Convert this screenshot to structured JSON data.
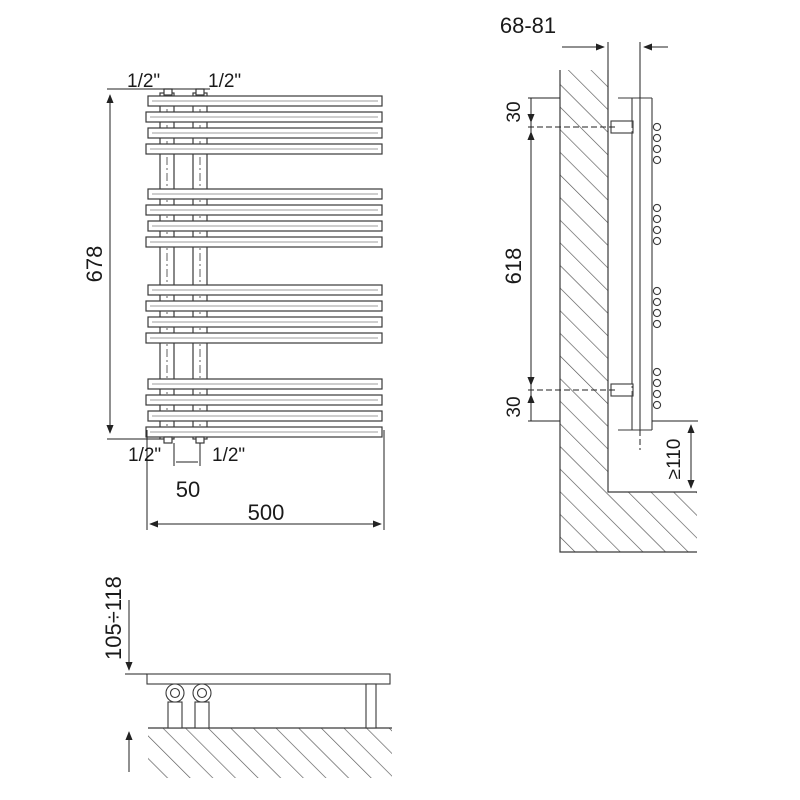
{
  "front_view": {
    "connection_top_left": "1/2\"",
    "connection_top_right": "1/2\"",
    "connection_bottom_left": "1/2\"",
    "connection_bottom_right": "1/2\"",
    "height": "678",
    "connection_spacing": "50",
    "width": "500"
  },
  "side_view": {
    "wall_distance": "68-81",
    "top_offset": "30",
    "connection_height": "618",
    "bottom_offset": "30",
    "floor_clearance": "≥110"
  },
  "top_view": {
    "depth": "105÷118"
  },
  "colors": {
    "line": "#3a3a3a",
    "hatch": "#555555",
    "background": "#ffffff"
  }
}
